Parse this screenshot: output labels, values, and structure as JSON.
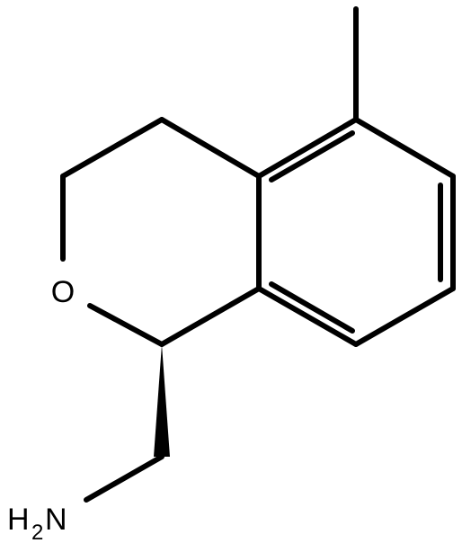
{
  "molecule": {
    "atoms": {
      "oxygen": "O",
      "amine_h": "H",
      "amine_sub": "2",
      "amine_n": "N"
    },
    "colors": {
      "bond": "#000000",
      "background": "#ffffff"
    }
  }
}
